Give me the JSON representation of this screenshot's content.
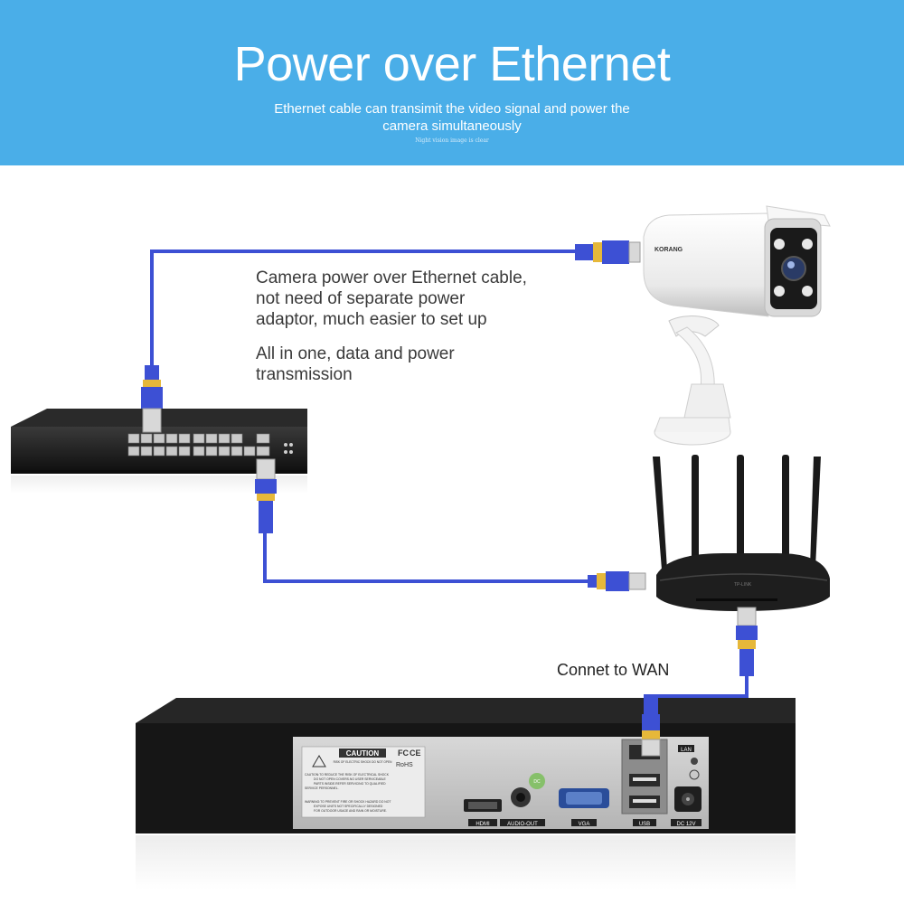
{
  "banner": {
    "title": "Power over Ethernet",
    "subtitle_line1": "Ethernet cable can transimit the video signal and power the",
    "subtitle_line2": "camera simultaneously",
    "tiny_note": "Night vision image is clear",
    "color": "#4aaee8"
  },
  "callouts": {
    "poe_line1": "Camera power over Ethernet cable,",
    "poe_line2": "not need of separate power",
    "poe_line3": "adaptor, much easier to set up",
    "allinone_line1": "All in one, data and power",
    "allinone_line2": "transmission"
  },
  "wan_label": "Connet to WAN",
  "devices": {
    "camera_brand": "KORANG",
    "router_brand": "TP-LINK",
    "nvr": {
      "caution_title": "CAUTION",
      "caution_sub": "RISK OF ELECTRIC SHOCK DO NOT OPEN",
      "fc_mark": "FC",
      "ce_mark": "CE",
      "rohs_mark": "RoHS",
      "warning_text_1": "CAUTION:TO REDUCE THE RISK OF ELECTRICAL SHOCK",
      "warning_text_2": "DO NOT OPEN COVERS.NO USER SERVICEABLE",
      "warning_text_3": "PARTS INSIDE.REFER SERVICING TO QUALIFIED",
      "warning_text_4": "SERVICE PERSONNEL.",
      "warning_text_5": "WARNING:TO PREVENT FIRE OR SHOCK HAZARD DO NOT",
      "warning_text_6": "EXPOSE UNITS NOT SPECIFICALLY DESIGNED",
      "warning_text_7": "FOR OUTDOOR USAGE AND RAIN OR MOISTURE.",
      "port_hdmi": "HDMI",
      "port_audio": "AUDIO-OUT",
      "port_vga": "VGA",
      "port_usb": "USB",
      "port_dc": "DC 12V",
      "port_lan": "LAN",
      "dc_badge": "DC"
    }
  },
  "colors": {
    "cable": "#3d50d4",
    "connector_gold": "#e6b83a",
    "device_dark": "#1e1e1e"
  }
}
